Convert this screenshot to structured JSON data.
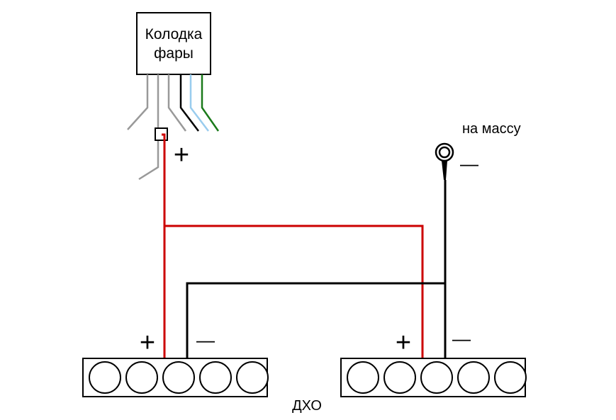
{
  "connector": {
    "line1": "Колодка",
    "line2": "фары"
  },
  "ground_label": "на массу",
  "drl_label": "ДХО",
  "polarity": {
    "plus": "+",
    "minus": "—"
  },
  "colors": {
    "positive_wire": "#cc0000",
    "negative_wire": "#000000",
    "gray_wire": "#999999",
    "light_blue_wire": "#99ccee",
    "green_wire": "#1a7a1a",
    "outline": "#000000",
    "background": "#ffffff"
  },
  "drl_modules": [
    {
      "name": "left",
      "lamp_count": 5
    },
    {
      "name": "right",
      "lamp_count": 5
    }
  ]
}
